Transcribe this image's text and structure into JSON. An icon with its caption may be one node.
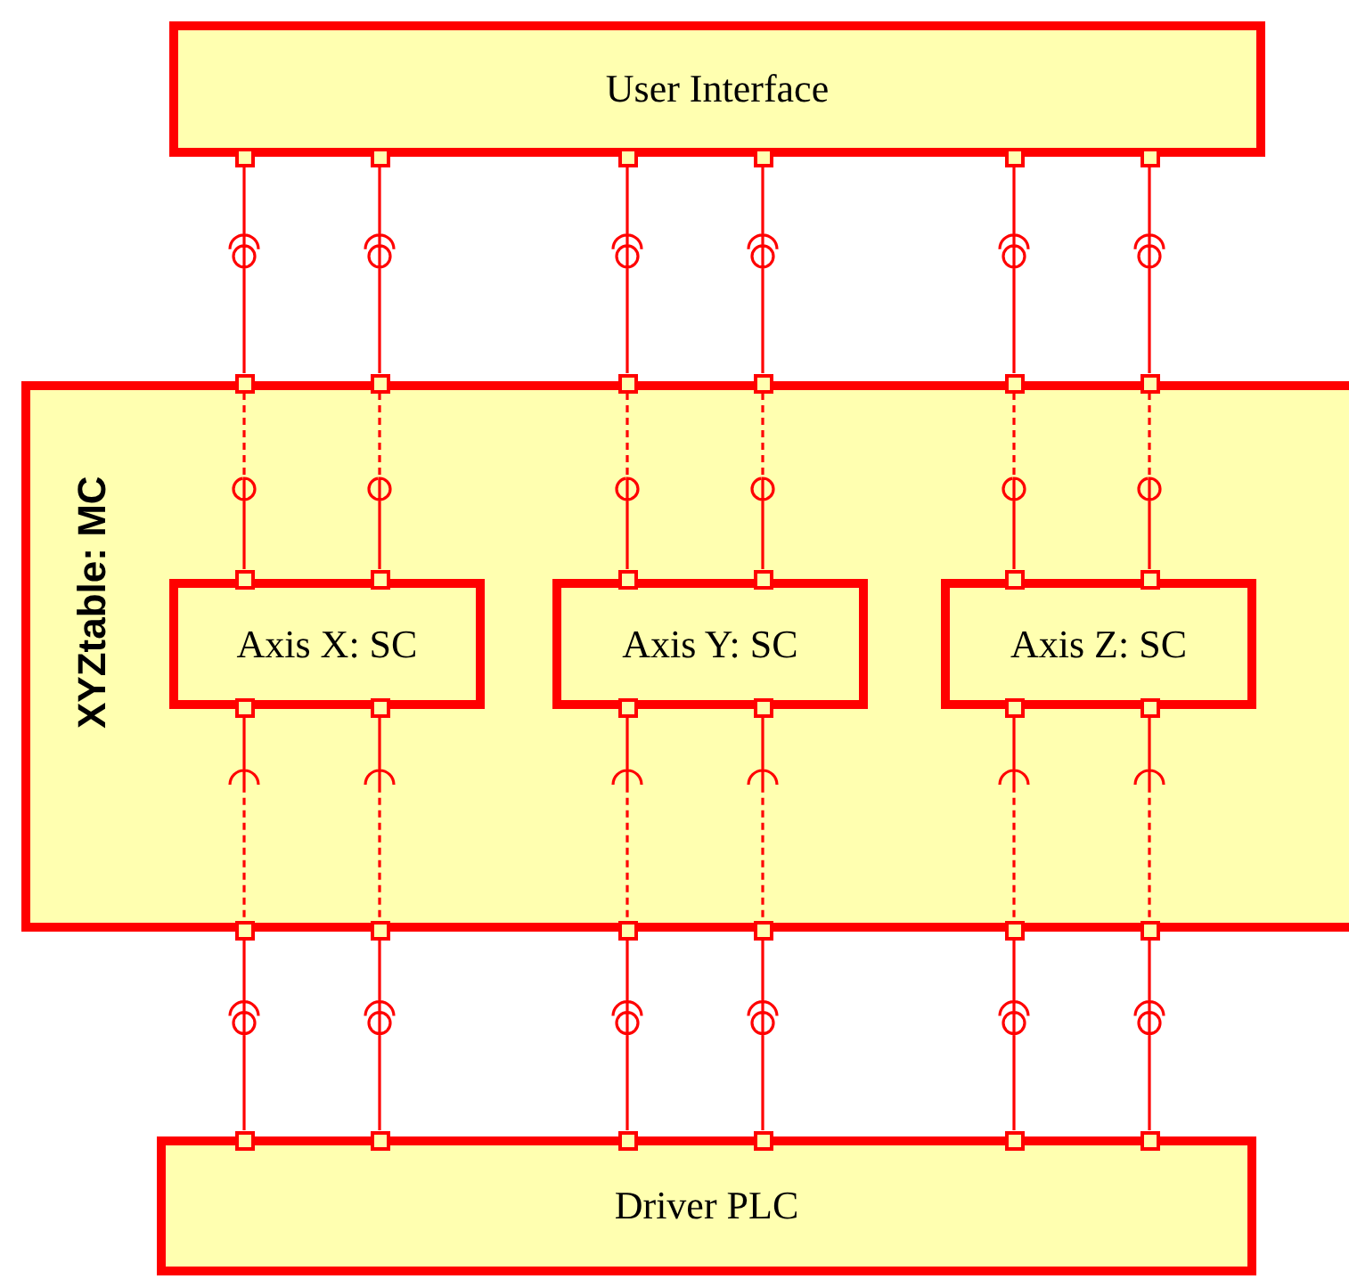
{
  "diagram": {
    "nodes": [
      {
        "text": [
          "User Interface"
        ]
      },
      {
        "text": [
          "XYZtable: MC"
        ]
      },
      {
        "text": [
          "Axis X: SC"
        ],
        "in": 1
      },
      {
        "text": [
          "Axis Y: SC"
        ],
        "in": 1
      },
      {
        "text": [
          "Axis Z: SC"
        ],
        "in": 1
      },
      {
        "text": [
          "Driver PLC"
        ]
      },
      {
        "text": [],
        "shape": "box"
      },
      {
        "text": [],
        "shape": "box"
      },
      {
        "text": [],
        "shape": "box"
      },
      {
        "text": [],
        "shape": "box"
      },
      {
        "text": [],
        "shape": "box"
      },
      {
        "text": [],
        "shape": "box"
      },
      {
        "text": [],
        "shape": "box"
      },
      {
        "text": [],
        "shape": "box"
      },
      {
        "text": [],
        "shape": "box"
      },
      {
        "text": [],
        "shape": "box"
      },
      {
        "text": [],
        "shape": "box"
      },
      {
        "text": [],
        "shape": "box"
      },
      {
        "text": [],
        "shape": "box",
        "in": 1
      },
      {
        "text": [],
        "shape": "box",
        "in": 1
      },
      {
        "text": [],
        "shape": "box",
        "in": 1
      },
      {
        "text": [],
        "shape": "box",
        "in": 1
      },
      {
        "text": [],
        "shape": "box",
        "in": 1
      },
      {
        "text": [],
        "shape": "box",
        "in": 1
      },
      {
        "text": [],
        "shape": "box",
        "in": 1
      },
      {
        "text": [],
        "shape": "box",
        "in": 1
      },
      {
        "text": [],
        "shape": "box",
        "in": 1
      },
      {
        "text": [],
        "shape": "box",
        "in": 1
      },
      {
        "text": [],
        "shape": "box",
        "in": 1
      },
      {
        "text": [],
        "shape": "box",
        "in": 1
      },
      {
        "text": [],
        "shape": "box"
      },
      {
        "text": [],
        "shape": "box"
      },
      {
        "text": [],
        "shape": "box"
      },
      {
        "text": [],
        "shape": "box"
      },
      {
        "text": [],
        "shape": "box"
      },
      {
        "text": [],
        "shape": "box"
      },
      {
        "text": [],
        "shape": "box"
      },
      {
        "text": [],
        "shape": "box"
      },
      {
        "text": [],
        "shape": "box"
      },
      {
        "text": [],
        "shape": "box"
      },
      {
        "text": [],
        "shape": "box"
      },
      {
        "text": [],
        "shape": "box"
      }
    ],
    "edges": [
      {
        "from": 6,
        "to": 12,
        "arrow": "none"
      },
      {
        "from": 7,
        "to": 13,
        "arrow": "none"
      },
      {
        "from": 8,
        "to": 14,
        "arrow": "none"
      },
      {
        "from": 9,
        "to": 15,
        "arrow": "none"
      },
      {
        "from": 10,
        "to": 16,
        "arrow": "none"
      },
      {
        "from": 11,
        "to": 17,
        "arrow": "none"
      },
      {
        "from": 12,
        "to": 18,
        "arrow": "none",
        "style": "dashed"
      },
      {
        "from": 13,
        "to": 19,
        "arrow": "none",
        "style": "dashed"
      },
      {
        "from": 14,
        "to": 20,
        "arrow": "none",
        "style": "dashed"
      },
      {
        "from": 15,
        "to": 21,
        "arrow": "none",
        "style": "dashed"
      },
      {
        "from": 16,
        "to": 22,
        "arrow": "none",
        "style": "dashed"
      },
      {
        "from": 17,
        "to": 23,
        "arrow": "none",
        "style": "dashed"
      },
      {
        "from": 24,
        "to": 30,
        "arrow": "none",
        "style": "dashed"
      },
      {
        "from": 25,
        "to": 31,
        "arrow": "none",
        "style": "dashed"
      },
      {
        "from": 26,
        "to": 32,
        "arrow": "none",
        "style": "dashed"
      },
      {
        "from": 27,
        "to": 33,
        "arrow": "none",
        "style": "dashed"
      },
      {
        "from": 28,
        "to": 34,
        "arrow": "none",
        "style": "dashed"
      },
      {
        "from": 29,
        "to": 35,
        "arrow": "none",
        "style": "dashed"
      },
      {
        "from": 30,
        "to": 36,
        "arrow": "none"
      },
      {
        "from": 31,
        "to": 37,
        "arrow": "none"
      },
      {
        "from": 32,
        "to": 38,
        "arrow": "none"
      },
      {
        "from": 33,
        "to": 39,
        "arrow": "none"
      },
      {
        "from": 34,
        "to": 40,
        "arrow": "none"
      },
      {
        "from": 35,
        "to": 41,
        "arrow": "none"
      }
    ]
  }
}
